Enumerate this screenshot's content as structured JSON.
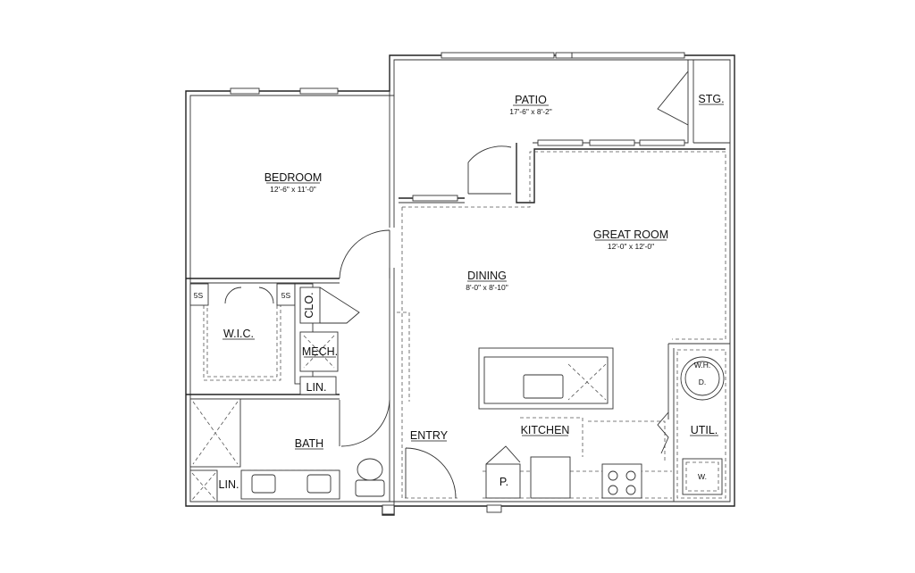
{
  "rooms": {
    "patio": {
      "name": "PATIO",
      "dims": "17'-6\" x 8'-2\""
    },
    "storage": {
      "name": "STG."
    },
    "bedroom": {
      "name": "BEDROOM",
      "dims": "12'-6\" x 11'-0\""
    },
    "great_room": {
      "name": "GREAT ROOM",
      "dims": "12'-0\" x 12'-0\""
    },
    "dining": {
      "name": "DINING",
      "dims": "8'-0\" x 8'-10\""
    },
    "wic": {
      "name": "W.I.C."
    },
    "closet": {
      "name": "CLO."
    },
    "mech": {
      "name": "MECH."
    },
    "linen_hall": {
      "name": "LIN."
    },
    "bath": {
      "name": "BATH"
    },
    "linen_bath": {
      "name": "LIN."
    },
    "entry": {
      "name": "ENTRY"
    },
    "kitchen": {
      "name": "KITCHEN"
    },
    "pantry": {
      "name": "P."
    },
    "utility": {
      "name": "UTIL."
    }
  },
  "fixtures": {
    "shelf_left": "5S",
    "shelf_right": "5S",
    "water_heater": "W.H.",
    "dryer": "D.",
    "washer": "W."
  }
}
